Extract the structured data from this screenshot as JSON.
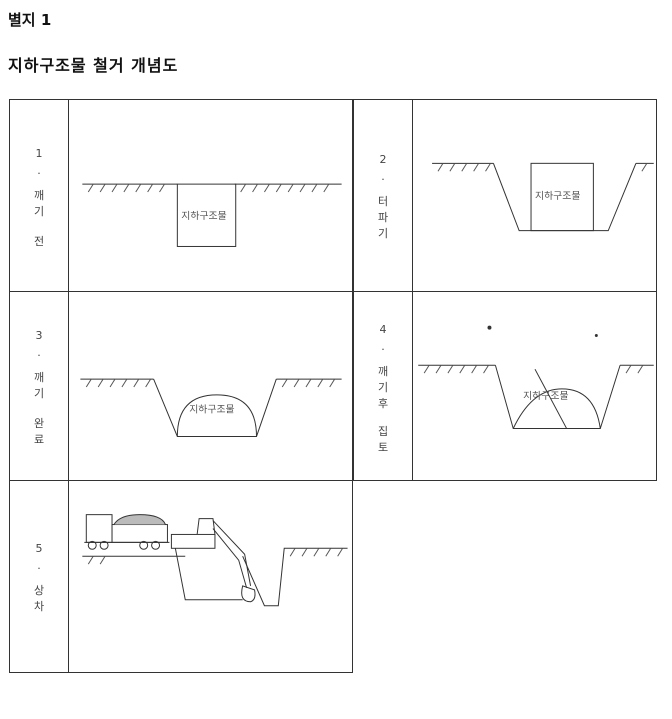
{
  "header": {
    "attachment": "별지 1",
    "title": "지하구조물 철거 개념도"
  },
  "panels": [
    {
      "number": "1",
      "dot": "·",
      "chars": [
        "깨",
        "기",
        "전"
      ],
      "structure_label": "지하구조물"
    },
    {
      "number": "2",
      "dot": "·",
      "chars": [
        "터",
        "파",
        "기"
      ],
      "structure_label": "지하구조물"
    },
    {
      "number": "3",
      "dot": "·",
      "chars": [
        "깨",
        "기",
        "완",
        "료"
      ],
      "structure_label": "지하구조물"
    },
    {
      "number": "4",
      "dot": "·",
      "chars": [
        "깨",
        "기",
        "후",
        "집",
        "토"
      ],
      "structure_label": "지하구조물"
    },
    {
      "number": "5",
      "dot": "·",
      "chars": [
        "상",
        "차"
      ]
    }
  ]
}
